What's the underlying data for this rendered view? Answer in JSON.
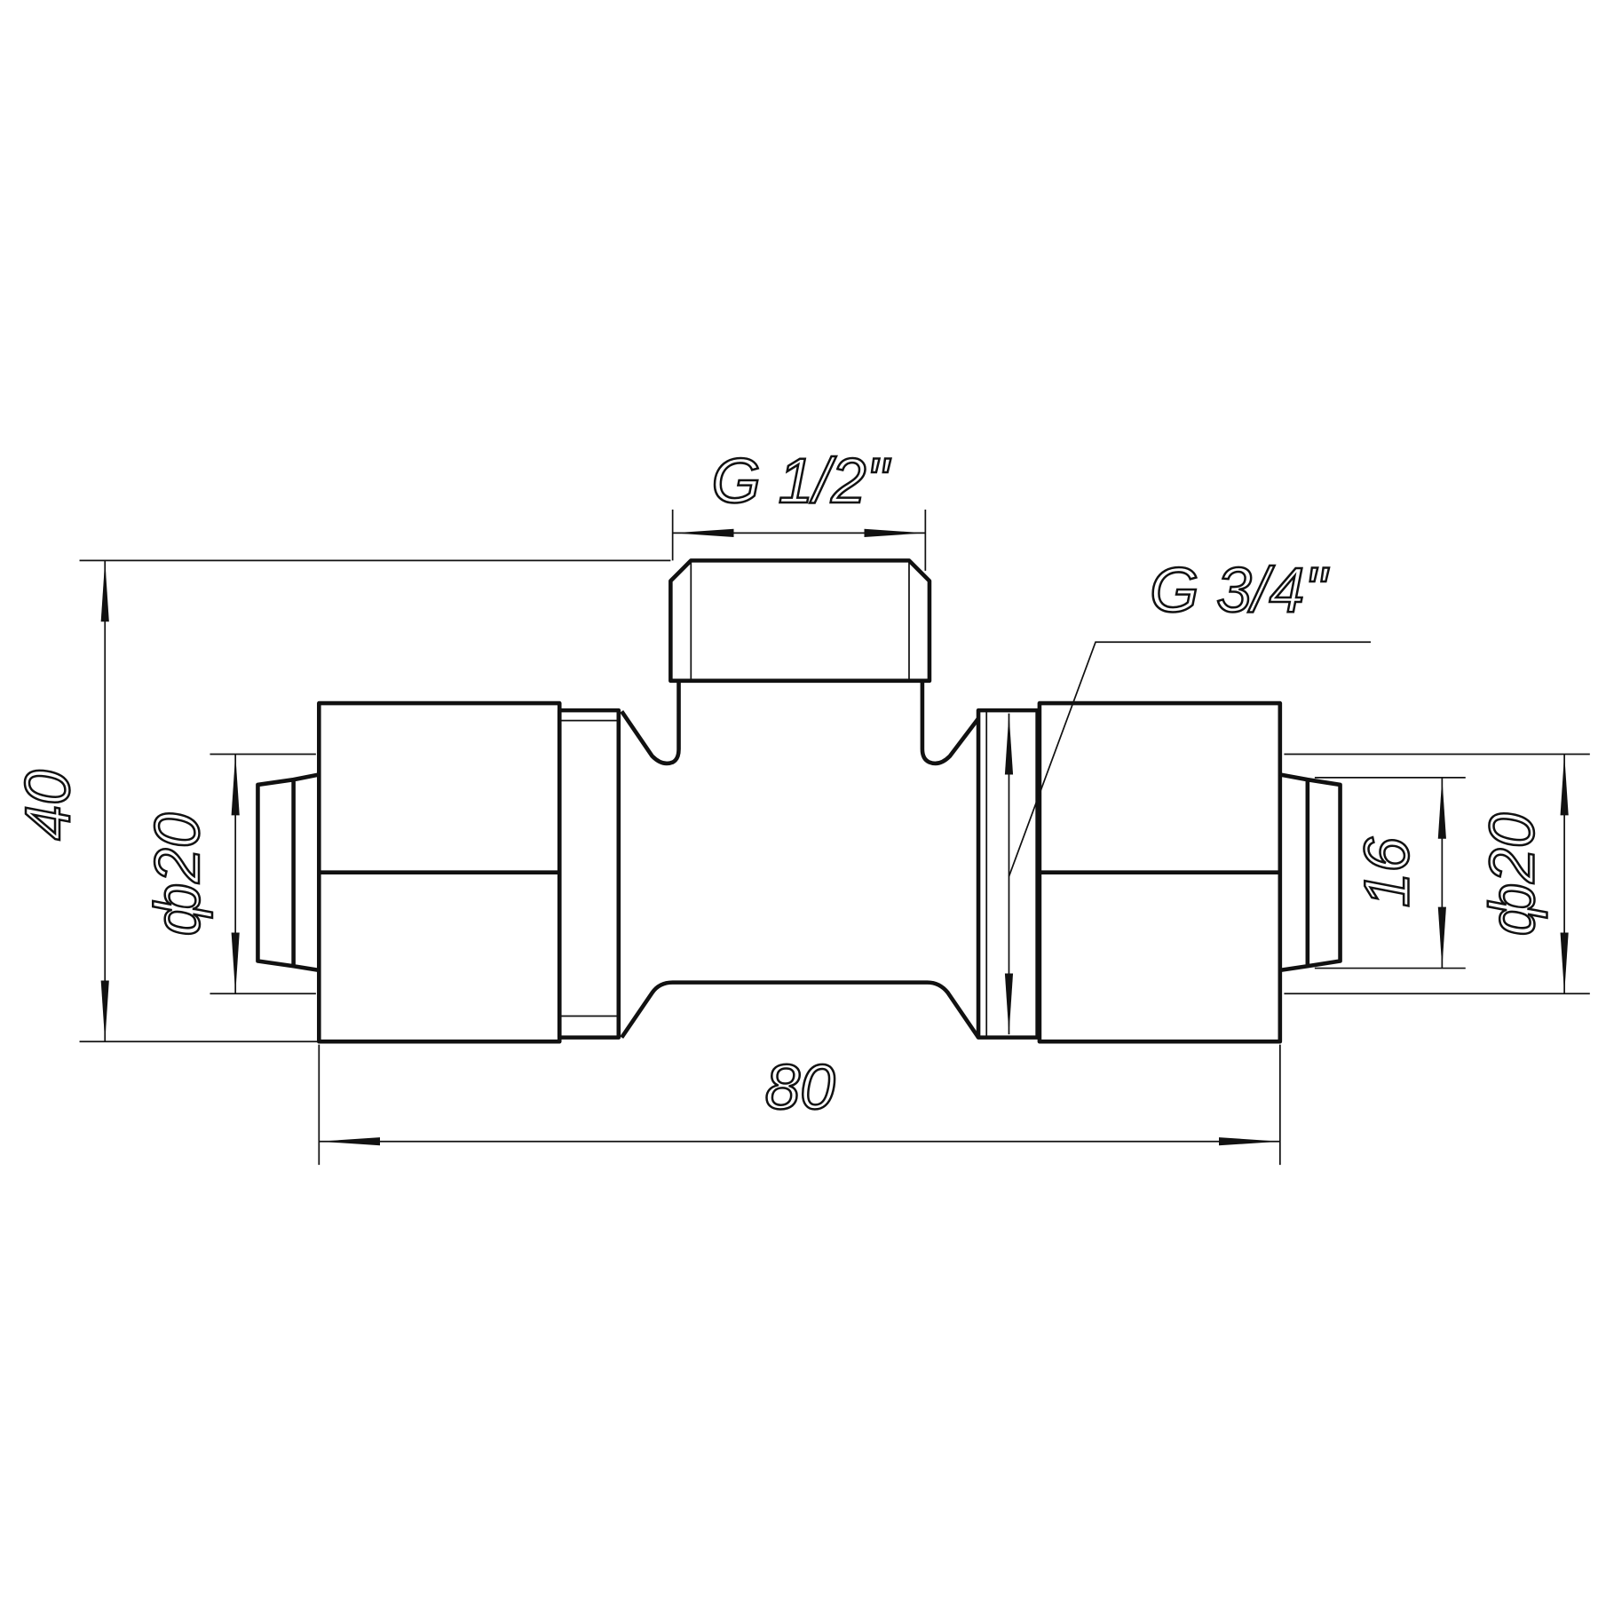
{
  "drawing": {
    "title": "Tee fitting dimension drawing",
    "dimensions": {
      "height": "40",
      "length": "80",
      "left_diameter": "ф20",
      "right_diameter": "ф20",
      "inner_size": "16",
      "top_thread": "G 1/2\"",
      "side_thread": "G 3/4\""
    },
    "line_color": "#111111"
  }
}
